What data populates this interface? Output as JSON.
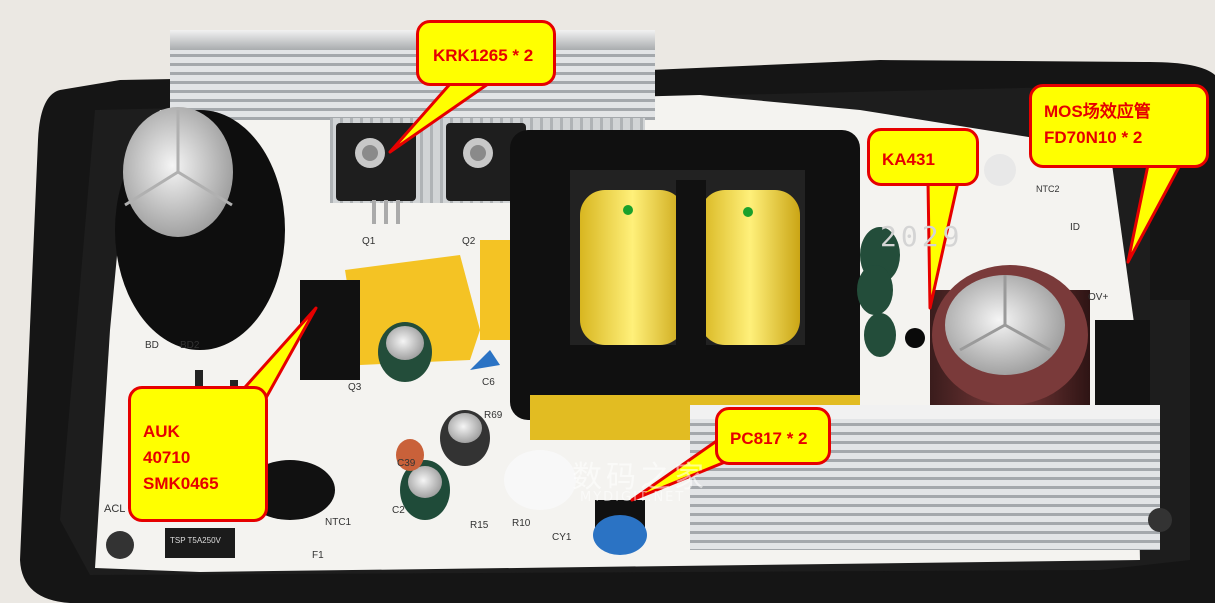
{
  "callouts": {
    "krk": "KRK1265 * 2",
    "mos_line1": "MOS场效应管",
    "mos_line2": "FD70N10 * 2",
    "ka": "KA431",
    "auk_line1": "AUK",
    "auk_line2": "40710",
    "auk_line3": "SMK0465",
    "pc": "PC817 * 2"
  },
  "pcb_labels": {
    "q1": "Q1",
    "q2": "Q2",
    "q3": "Q3",
    "bd2": "BD2",
    "bd1": "BD",
    "c6": "C6",
    "r69": "R69",
    "c39": "C39",
    "c2": "C2",
    "r15": "R15",
    "r10": "R10",
    "cy1": "CY1",
    "ntc1": "NTC1",
    "f1": "F1",
    "ac": "ACL",
    "ntc2": "NTC2",
    "id": "ID",
    "ov": "OV+",
    "fuse": "TSP T5A250V",
    "num": "2029"
  },
  "watermark": {
    "cn": "数码之家",
    "en": "MYDIGIT.NET"
  }
}
